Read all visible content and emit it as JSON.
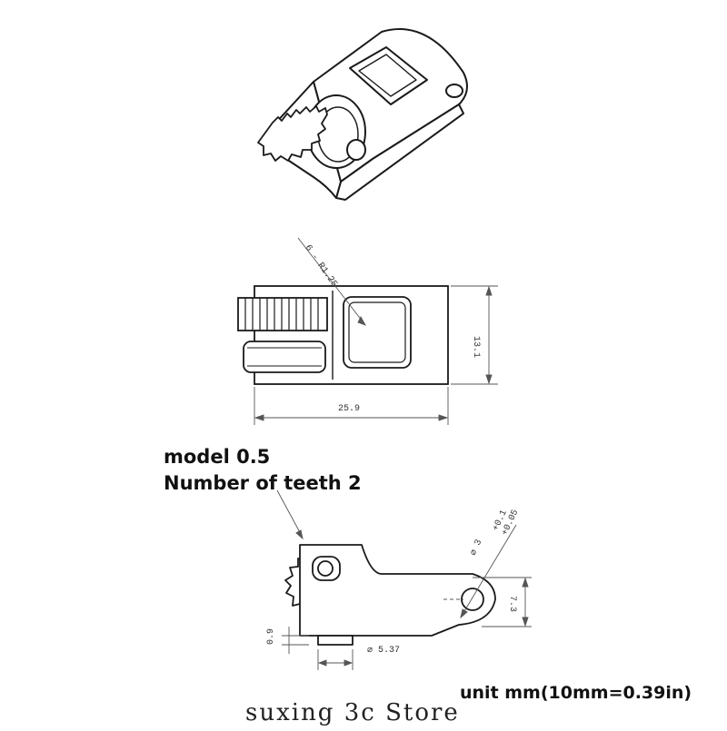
{
  "annotations": {
    "model": "model 0.5",
    "teeth": "Number of teeth 2",
    "unit": "unit mm(10mm=0.39in)",
    "store": "suxing 3c Store"
  },
  "dimensions": {
    "radius": "6 - R1.25",
    "height": "13.1",
    "width": "25.9",
    "hole": "⌀ 3",
    "hole_tol_upper": "+0.1",
    "hole_tol_lower": "+0.05",
    "hole_offset": "7.3",
    "bottom_thickness": "0.9",
    "shaft": "⌀ 5.37"
  },
  "colors": {
    "line": "#1a1a1a",
    "dimension": "#555555",
    "background": "#ffffff"
  }
}
